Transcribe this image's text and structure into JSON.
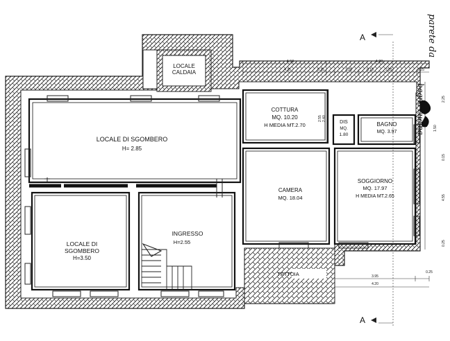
{
  "rooms": {
    "caldaia": {
      "line1": "LOCALE",
      "line2": "CALDAIA"
    },
    "sgombero_large": {
      "name": "LOCALE DI SGOMBERO",
      "height": "H= 2.85"
    },
    "cottura": {
      "name": "COTTURA",
      "area": "MQ. 10.20",
      "height": "H MEDIA MT.2.70"
    },
    "dis": {
      "name": "DIS",
      "area": "MQ.",
      "area2": "1.80"
    },
    "bagno": {
      "name": "BAGNO",
      "area": "MQ. 3.97"
    },
    "camera": {
      "name": "CAMERA",
      "area": "MQ. 18.04"
    },
    "soggiorno": {
      "name": "SOGGIORNO",
      "area": "MQ. 17.97",
      "height": "H MEDIA MT.2.65"
    },
    "sgombero_small": {
      "line1": "LOCALE DI",
      "line2": "SGOMBERO",
      "height": "H=3.50"
    },
    "ingresso": {
      "name": "INGRESSO",
      "height": "H=2.55"
    },
    "tettoia": {
      "name": "TETTOIA"
    }
  },
  "dimensions": {
    "top_a": "4.50",
    "top_b": "4.20",
    "row2_a": "4.25",
    "row2_b": "0.25",
    "row2_c": "1.20",
    "row2_d": "0.10",
    "row2_e": "2.85",
    "row2_f": "0.25",
    "bottom_a": "3.95",
    "bottom_b": "0.25",
    "bottom_c": "4.20",
    "v_a": "2.55",
    "v_b": "2.40",
    "right_a": "0.15",
    "right_b": "4.55",
    "right_c": "0.25",
    "right_d": "2.25",
    "right_e": "1.50"
  },
  "section": {
    "label": "A"
  },
  "handwriting": {
    "line1": "parete da",
    "line2": "bagno-cucina"
  }
}
